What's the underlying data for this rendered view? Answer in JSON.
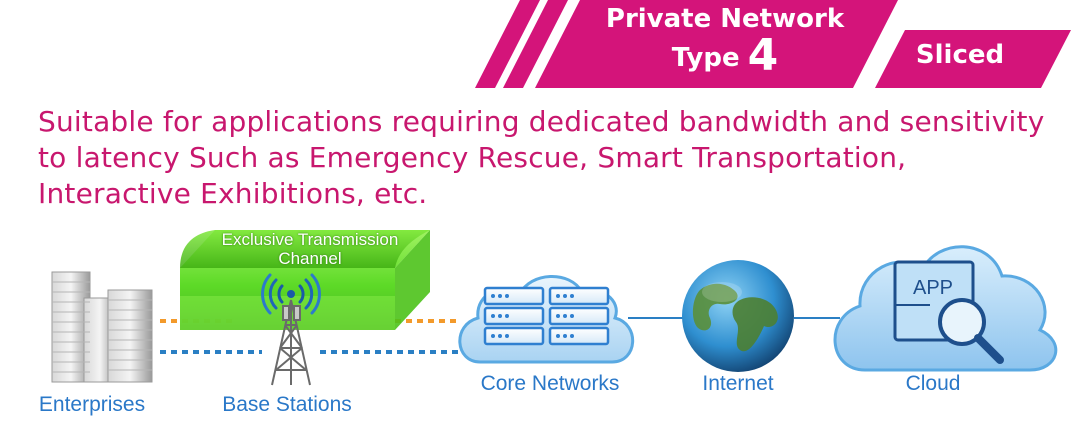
{
  "header": {
    "title_line1": "Private Network",
    "title_line2": "Type",
    "type_number": "4",
    "tag": "Sliced"
  },
  "description": "Suitable for applications requiring dedicated bandwidth and sensitivity to latency Such as Emergency Rescue, Smart Transportation, Interactive Exhibitions, etc.",
  "diagram": {
    "channel_label": "Exclusive Transmission Channel",
    "nodes": {
      "enterprises": "Enterprises",
      "base_stations": "Base Stations",
      "core_networks": "Core Networks",
      "internet": "Internet",
      "cloud": "Cloud",
      "app": "APP"
    }
  },
  "colors": {
    "magenta": "#d4147a",
    "text_magenta": "#c8176e",
    "blue_label": "#2a78c8",
    "orange_line": "#f39a2b",
    "blue_line": "#2a7fc4",
    "tunnel_green": "#66dd2a"
  }
}
